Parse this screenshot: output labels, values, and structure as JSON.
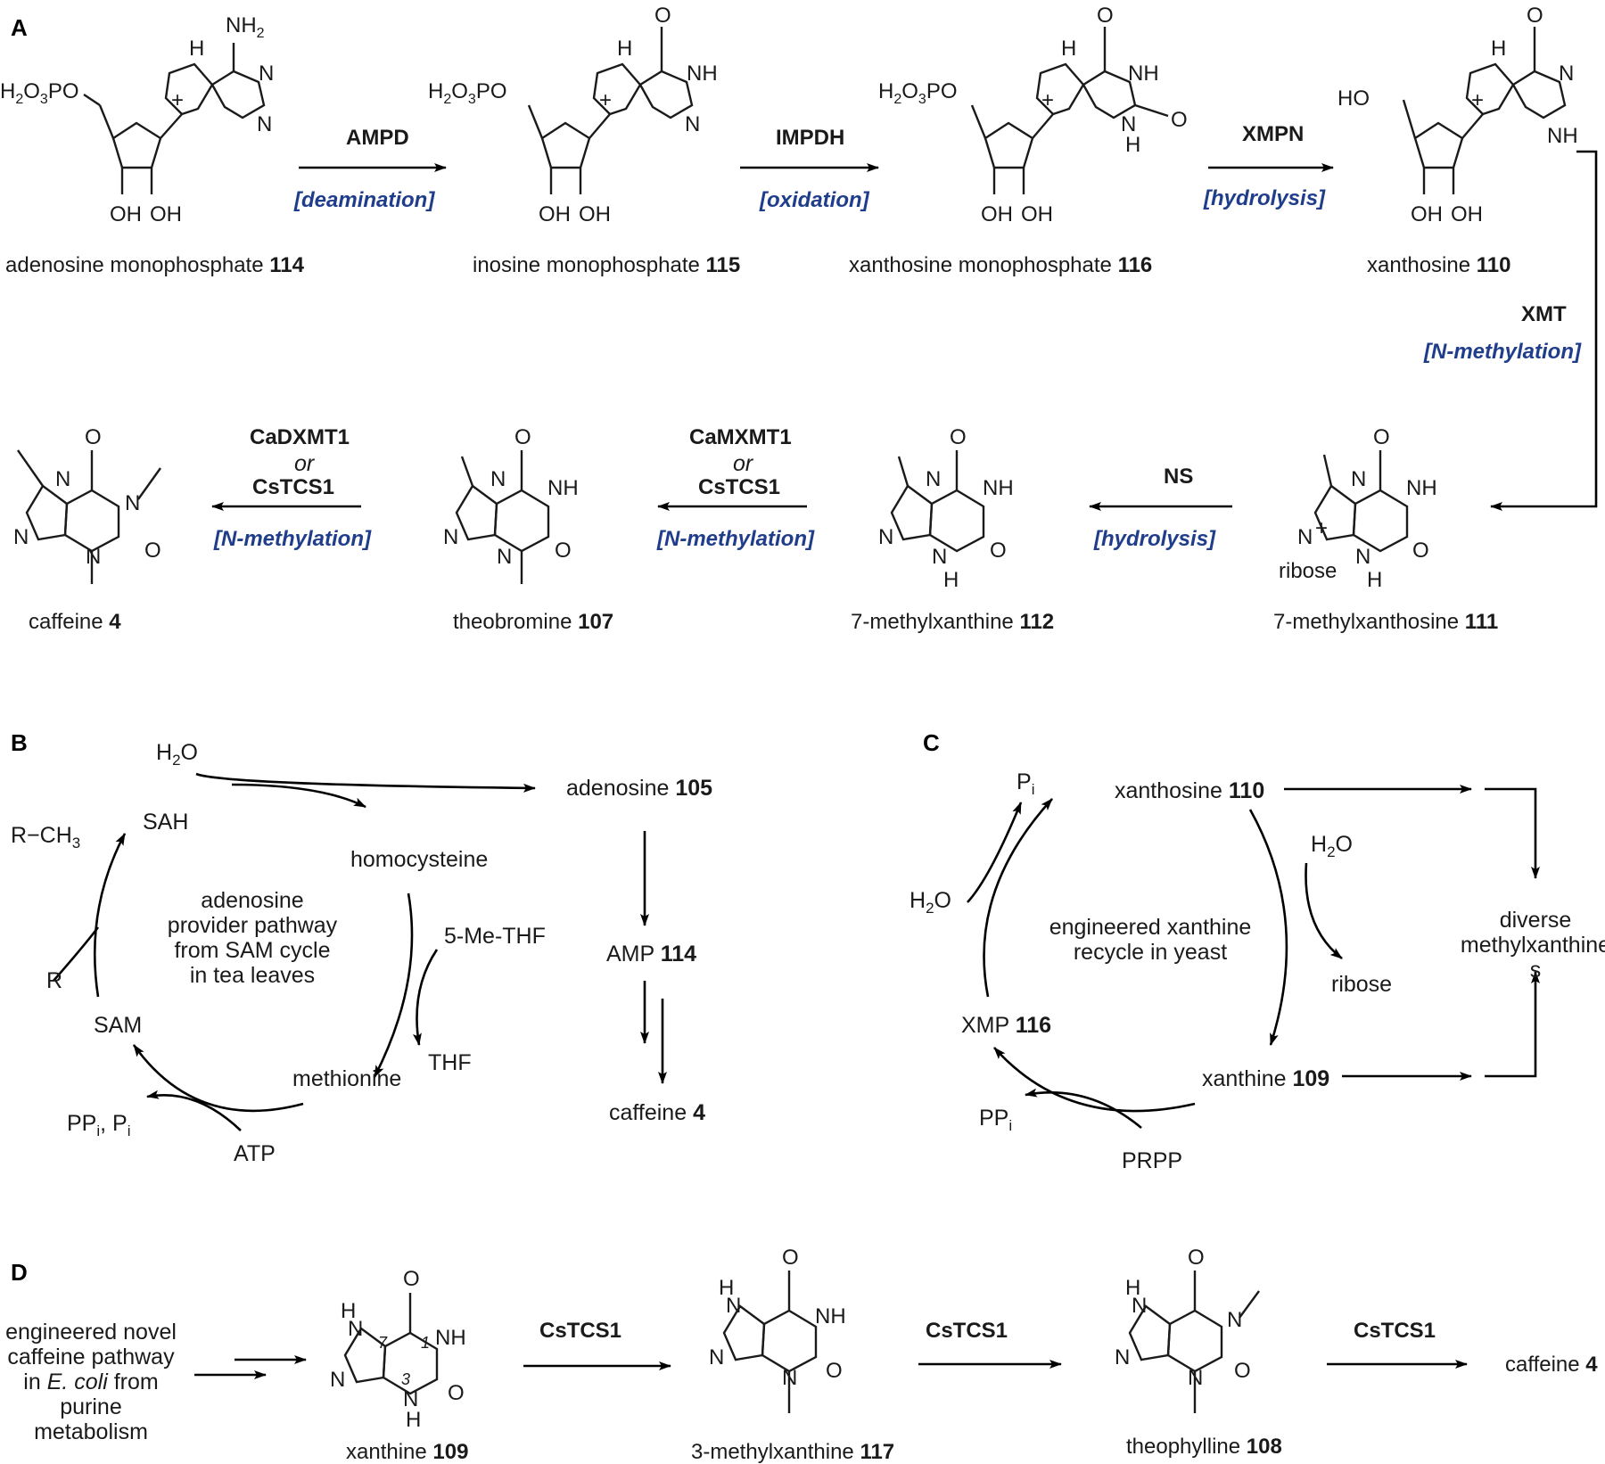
{
  "panels": {
    "A": "A",
    "B": "B",
    "C": "C",
    "D": "D"
  },
  "panelA": {
    "compounds": [
      {
        "name": "adenosine monophosphate",
        "num": "114"
      },
      {
        "name": "inosine monophosphate",
        "num": "115"
      },
      {
        "name": "xanthosine monophosphate",
        "num": "116"
      },
      {
        "name": "xanthosine",
        "num": "110"
      },
      {
        "name": "7-methylxanthosine",
        "num": "111"
      },
      {
        "name": "7-methylxanthine",
        "num": "112"
      },
      {
        "name": "theobromine",
        "num": "107"
      },
      {
        "name": "caffeine",
        "num": "4"
      }
    ],
    "steps": [
      {
        "enzyme": "AMPD",
        "reaction": "[deamination]"
      },
      {
        "enzyme": "IMPDH",
        "reaction": "[oxidation]"
      },
      {
        "enzyme": "XMPN",
        "reaction": "[hydrolysis]"
      },
      {
        "enzyme": "XMT",
        "reaction": "[N-methylation]"
      },
      {
        "enzyme": "NS",
        "reaction": "[hydrolysis]"
      },
      {
        "enzyme": "CaMXMT1",
        "or": "or",
        "enzyme2": "CsTCS1",
        "reaction": "[N-methylation]"
      },
      {
        "enzyme": "CaDXMT1",
        "or": "or",
        "enzyme2": "CsTCS1",
        "reaction": "[N-methylation]"
      }
    ],
    "atoms": {
      "NH2": "NH",
      "H": "H",
      "N": "N",
      "NH": "NH",
      "O": "O",
      "OH": "OH",
      "HO": "HO",
      "plus": "+",
      "ribose": "ribose",
      "phos_a": "H",
      "phos_b": "O",
      "phos_c": "PO"
    }
  },
  "panelB": {
    "water": "H2O",
    "adenosine": "adenosine",
    "adenosine_num": "105",
    "sah": "SAH",
    "homocysteine": "homocysteine",
    "r_ch3": "R−CH",
    "five_me_thf": "5-Me-THF",
    "center": [
      "adenosine",
      "provider pathway",
      "from SAM cycle",
      "in tea leaves"
    ],
    "r": "R",
    "thf": "THF",
    "sam": "SAM",
    "methionine": "methionine",
    "pp": "PP",
    "p": "P",
    "i": "i",
    "atp": "ATP",
    "amp": "AMP",
    "amp_num": "114",
    "caffeine": "caffeine",
    "caffeine_num": "4"
  },
  "panelC": {
    "pi": "P",
    "i": "i",
    "xanthosine": "xanthosine",
    "xanthosine_num": "110",
    "h2o": "H2O",
    "center": [
      "engineered xanthine",
      "recycle in yeast"
    ],
    "ribose": "ribose",
    "xmp": "XMP",
    "xmp_num": "116",
    "xanthine": "xanthine",
    "xanthine_num": "109",
    "ppi": "PP",
    "prpp": "PRPP",
    "diverse": [
      "diverse",
      "methylxanthine",
      "s"
    ]
  },
  "panelD": {
    "desc": [
      "engineered novel",
      "caffeine pathway",
      "in",
      "E. coli",
      "from",
      "purine",
      "metabolism"
    ],
    "enzyme": "CsTCS1",
    "compounds": [
      {
        "name": "xanthine",
        "num": "109"
      },
      {
        "name": "3-methylxanthine",
        "num": "117"
      },
      {
        "name": "theophylline",
        "num": "108"
      },
      {
        "name": "caffeine",
        "num": "4"
      }
    ],
    "ring_numbers": [
      "7",
      "1",
      "3"
    ]
  }
}
